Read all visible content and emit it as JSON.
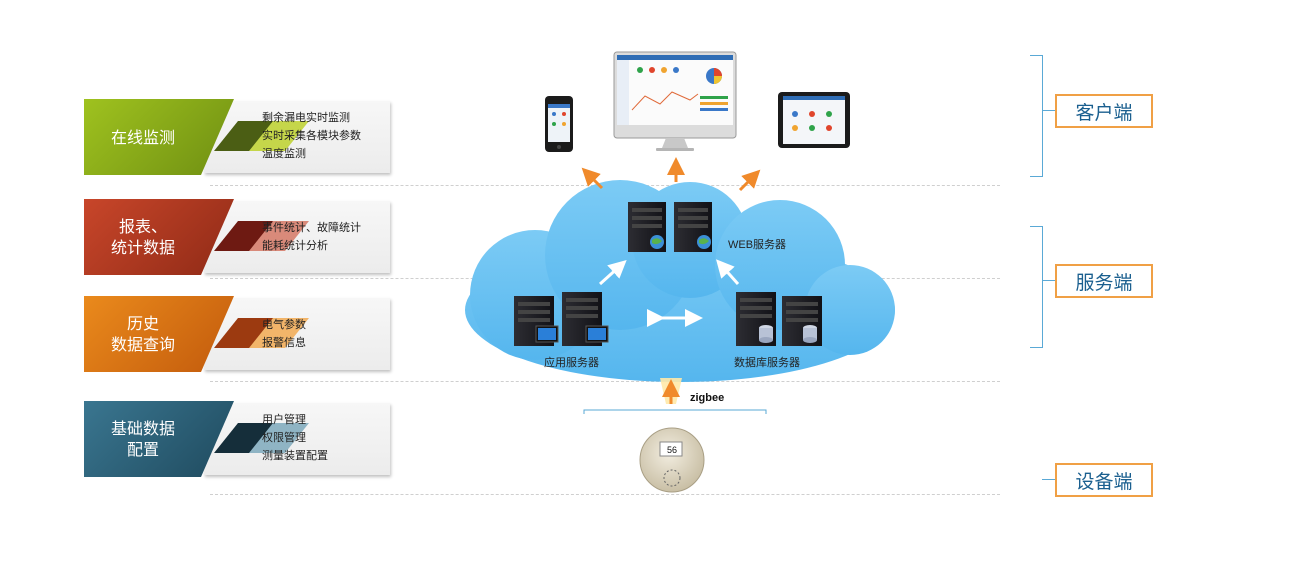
{
  "features": [
    {
      "label": "在线监测",
      "items": [
        "剩余漏电实时监测",
        "实时采集各模块参数",
        "温度监测"
      ],
      "color": "#8aaa1d"
    },
    {
      "label": "报表、\n统计数据",
      "items": [
        "事件统计、故障统计",
        "能耗统计分析"
      ],
      "color": "#b23b22"
    },
    {
      "label": "历史\n数据查询",
      "items": [
        "电气参数",
        "报警信息"
      ],
      "color": "#d66c14"
    },
    {
      "label": "基础数据\n配置",
      "items": [
        "用户管理",
        "权限管理",
        "测量装置配置"
      ],
      "color": "#2c5f77"
    }
  ],
  "tiers": {
    "client": "客户端",
    "server": "服务端",
    "device": "设备端"
  },
  "network": {
    "web_server": "WEB服务器",
    "app_server": "应用服务器",
    "db_server": "数据库服务器",
    "protocol": "zigbee",
    "device_reading": "56"
  }
}
